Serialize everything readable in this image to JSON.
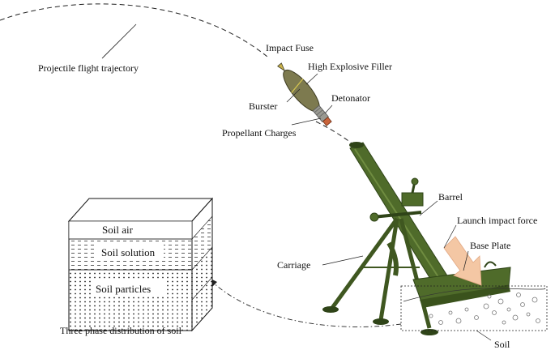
{
  "labels": {
    "trajectory": "Projectile flight trajectory",
    "impact_fuse": "Impact Fuse",
    "high_explosive": "High Explosive Filler",
    "burster": "Burster",
    "detonator": "Detonator",
    "propellant": "Propellant Charges",
    "barrel": "Barrel",
    "launch_force": "Launch impact force",
    "base_plate": "Base Plate",
    "carriage": "Carriage",
    "soil": "Soil"
  },
  "soil_block": {
    "layer_air": "Soil air",
    "layer_solution": "Soil solution",
    "layer_particles": "Soil particles",
    "caption": "Three phase distribution of soil"
  },
  "colors": {
    "mortar_green": "#4f6b2a",
    "mortar_dark": "#2f4418",
    "arrow_fill": "#f4c7a4",
    "shell_body": "#7d7a4f"
  }
}
